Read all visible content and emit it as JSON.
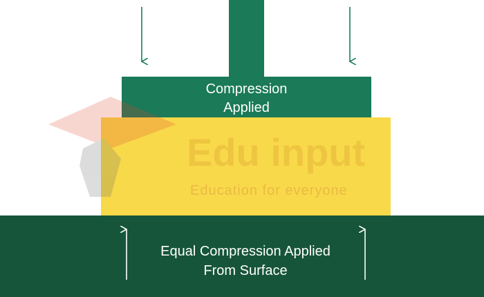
{
  "diagram": {
    "press_label_lines": [
      "Compression",
      "Applied"
    ],
    "surface_label_lines": [
      "Equal Compression Applied",
      "From Surface"
    ]
  },
  "watermark": {
    "brand": "Edu input",
    "tagline": "Education for everyone"
  },
  "colors": {
    "press": "#1b7a58",
    "material": "#f8d94a",
    "surface": "#16553a",
    "arrow_down": "#1b7a58",
    "arrow_up": "#ffffff"
  }
}
